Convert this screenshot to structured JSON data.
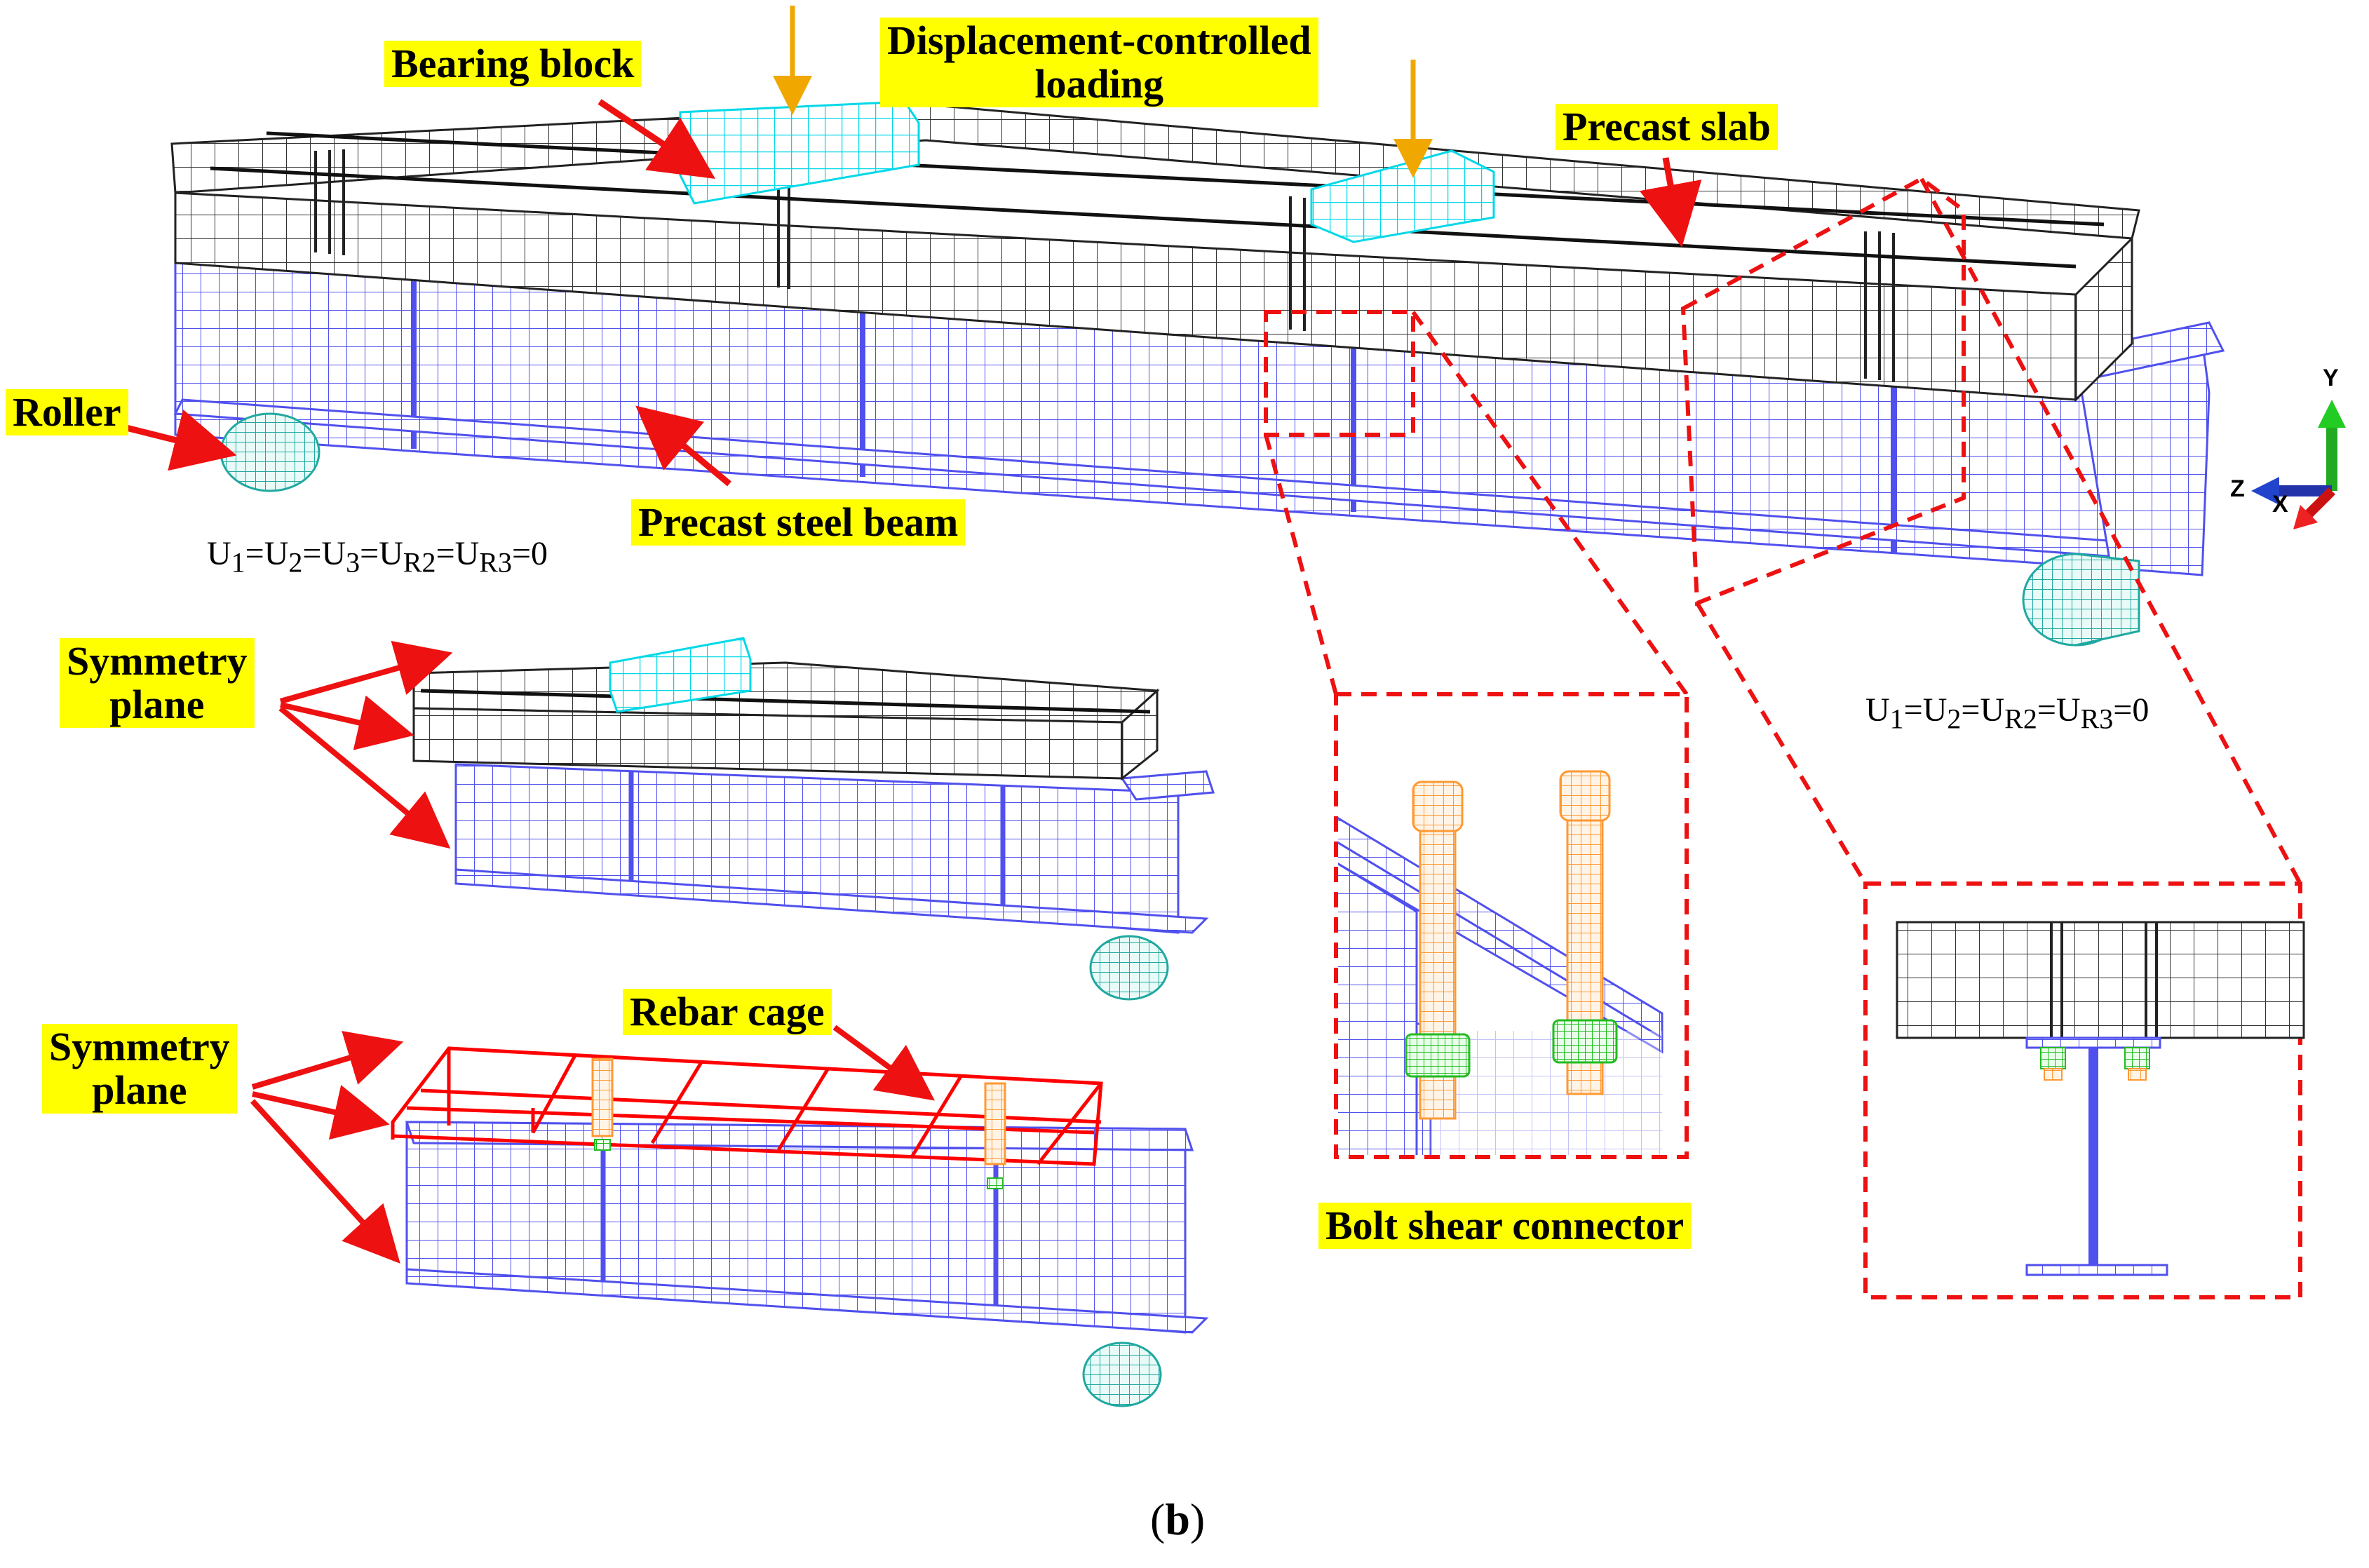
{
  "labels": {
    "bearing_block": "Bearing block",
    "displacement_line1": "Displacement-controlled",
    "displacement_line2": "loading",
    "precast_slab": "Precast slab",
    "roller": "Roller",
    "precast_steel_beam": "Precast steel beam",
    "symmetry_plane_1a": "Symmetry",
    "symmetry_plane_1b": "plane",
    "symmetry_plane_2a": "Symmetry",
    "symmetry_plane_2b": "plane",
    "rebar_cage": "Rebar cage",
    "bolt_shear_connector": "Bolt shear connector"
  },
  "boundary_conditions": {
    "left_U1": "U",
    "left": [
      "1",
      "=U",
      "2",
      "=U",
      "3",
      "=U",
      "R2",
      "=U",
      "R3",
      "=0"
    ],
    "right": [
      "1",
      "=U",
      "2",
      "=U",
      "R2",
      "=U",
      "R3",
      "=0"
    ]
  },
  "axes": {
    "y": "Y",
    "z": "Z",
    "x": "X"
  },
  "caption": {
    "open": "(",
    "letter": "b",
    "close": ")"
  },
  "colors": {
    "slab_mesh": "#333333",
    "beam_mesh": "#5050ee",
    "bearing_block": "#00e5ee",
    "roller": "#20b2aa",
    "bolt": "#ff9933",
    "nut": "#33cc33",
    "rebar": "#ff0000",
    "arrow": "#ee1111",
    "load_arrow": "#f0a800",
    "label_bg": "#ffff00"
  }
}
